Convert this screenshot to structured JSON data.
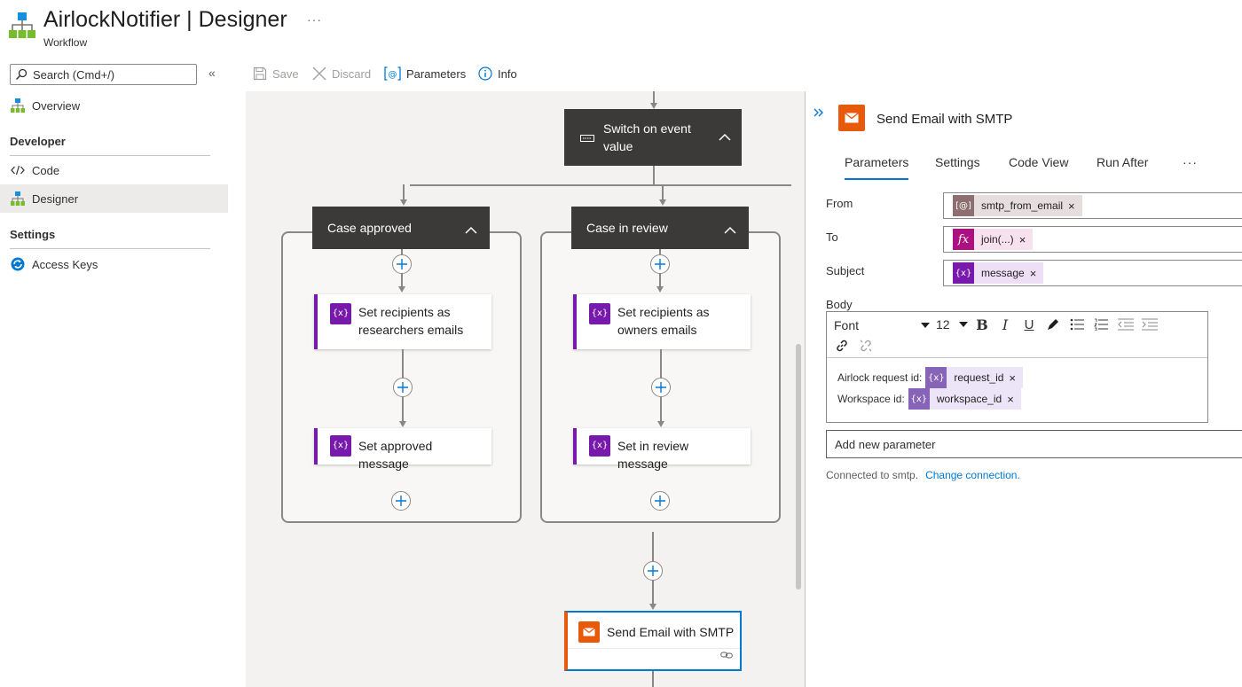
{
  "header": {
    "app_name": "AirlockNotifier",
    "separator": "|",
    "page_name": "Designer",
    "subtitle": "Workflow",
    "more": "···"
  },
  "sidebar": {
    "search_placeholder": "Search (Cmd+/)",
    "collapse": "«",
    "overview": "Overview",
    "section_developer": "Developer",
    "code": "Code",
    "designer": "Designer",
    "section_settings": "Settings",
    "access_keys": "Access Keys"
  },
  "toolbar": {
    "save": "Save",
    "discard": "Discard",
    "parameters": "Parameters",
    "info": "Info"
  },
  "canvas": {
    "switch_label": "Switch on event value",
    "case_approved": "Case approved",
    "case_review": "Case in review",
    "var_icon": "{x}",
    "approved_action1": "Set recipients as researchers emails",
    "approved_action2": "Set approved message",
    "review_action1": "Set recipients as owners emails",
    "review_action2": "Set in review message",
    "smtp_action": "Send Email with SMTP"
  },
  "panel": {
    "title": "Send Email with SMTP",
    "tabs": [
      "Parameters",
      "Settings",
      "Code View",
      "Run After"
    ],
    "tabs_more": "···",
    "active_tab": "Parameters",
    "from_label": "From",
    "from_token": "smtp_from_email",
    "to_label": "To",
    "to_token": "join(...)",
    "subject_label": "Subject",
    "subject_token": "message",
    "body_label": "Body",
    "font": "Font",
    "font_size": "12",
    "body_line1_label": "Airlock request id:",
    "body_line1_token": "request_id",
    "body_line2_label": "Workspace id:",
    "body_line2_token": "workspace_id",
    "token_remove": "×",
    "token_param_icon": "[@]",
    "token_fx_icon": "fx",
    "token_var_icon": "{x}",
    "add_param": "Add new parameter",
    "connected_text": "Connected to smtp.",
    "change_connection": "Change connection."
  },
  "colors": {
    "accent": "#0078d4",
    "card_dark": "#3b3a39",
    "variable_purple": "#7719aa",
    "smtp_orange": "#e8590c",
    "expression_magenta": "#ab127f"
  }
}
